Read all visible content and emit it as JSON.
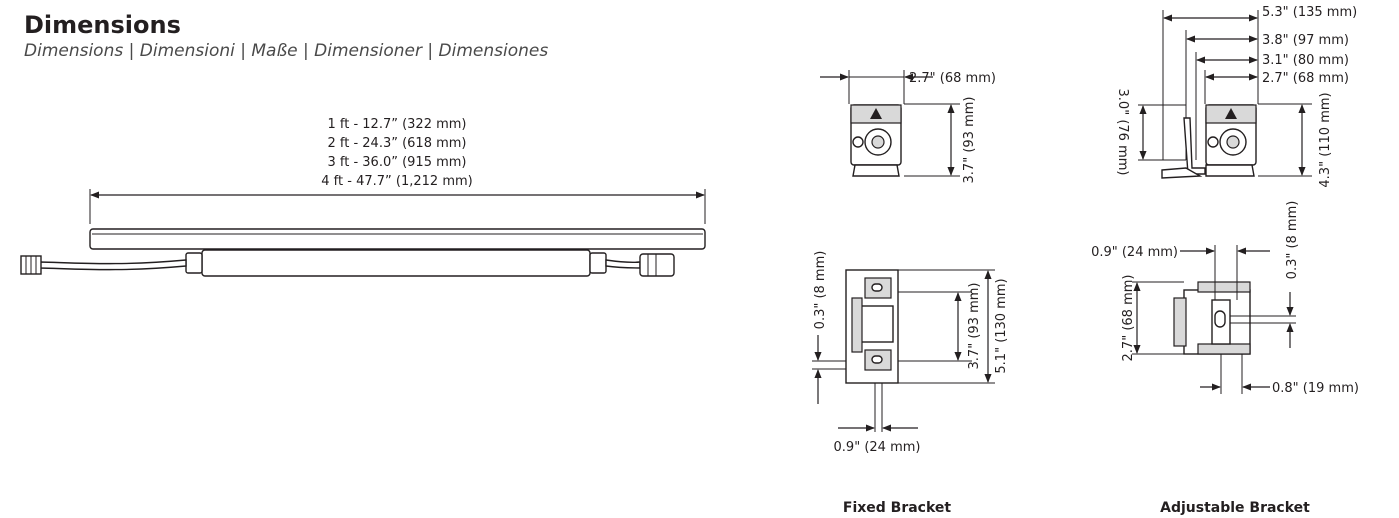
{
  "header": {
    "title": "Dimensions",
    "subtitle": "Dimensions |  Dimensioni | Maße | Dimensioner | Dimensiones"
  },
  "fixture": {
    "lengths": [
      "1 ft - 12.7” (322 mm)",
      "2 ft - 24.3” (618 mm)",
      "3 ft - 36.0” (915 mm)",
      "4 ft - 47.7” (1,212 mm)"
    ]
  },
  "fixed_bracket": {
    "caption": "Fixed Bracket",
    "end_width": "2.7\" (68 mm)",
    "end_height": "3.7\" (93 mm)",
    "side_top_offset": "0.3\" (8 mm)",
    "side_hole_spacing": "3.7\" (93 mm)",
    "side_height": "5.1\" (130 mm)",
    "side_width": "0.9\" (24 mm)"
  },
  "adjustable_bracket": {
    "caption": "Adjustable Bracket",
    "width_max": "5.3\" (135 mm)",
    "width_a": "3.8\" (97 mm)",
    "width_b": "3.1\" (80 mm)",
    "width_c": "2.7\" (68 mm)",
    "bracket_height": "3.0\" (76 mm)",
    "end_height": "4.3\" (110 mm)",
    "side_width": "0.9\" (24 mm)",
    "side_offset": "0.3\" (8 mm)",
    "side_height": "2.7\" (68 mm)",
    "side_slot": "0.8\" (19 mm)"
  }
}
